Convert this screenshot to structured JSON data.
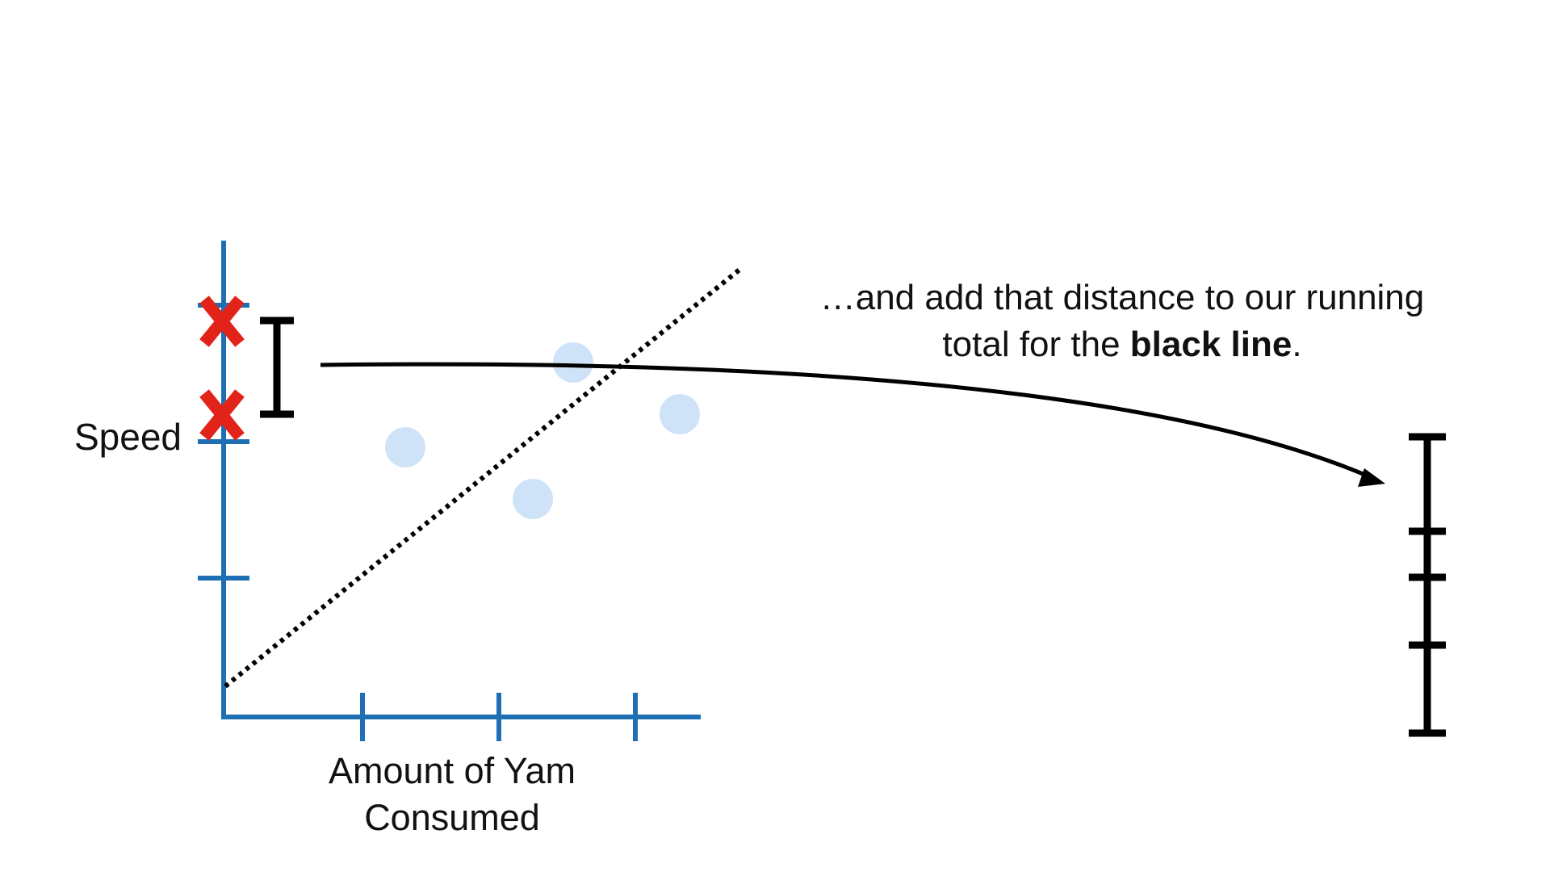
{
  "axes": {
    "y_label": "Speed",
    "x_label_line1": "Amount of Yam",
    "x_label_line2": "Consumed"
  },
  "caption": {
    "line1": "…and add that distance to our running",
    "line2_prefix": "total for the ",
    "line2_bold": "black line",
    "line2_suffix": "."
  },
  "colors": {
    "axis": "#1f6fb5",
    "points": "#cfe3f8",
    "markers": "#e2231a",
    "lines": "#000000"
  },
  "icons": {
    "residual_markers": "red-x-icon",
    "distance_bracket": "i-beam-bracket-icon",
    "transfer_arrow": "curved-arrow-icon"
  }
}
